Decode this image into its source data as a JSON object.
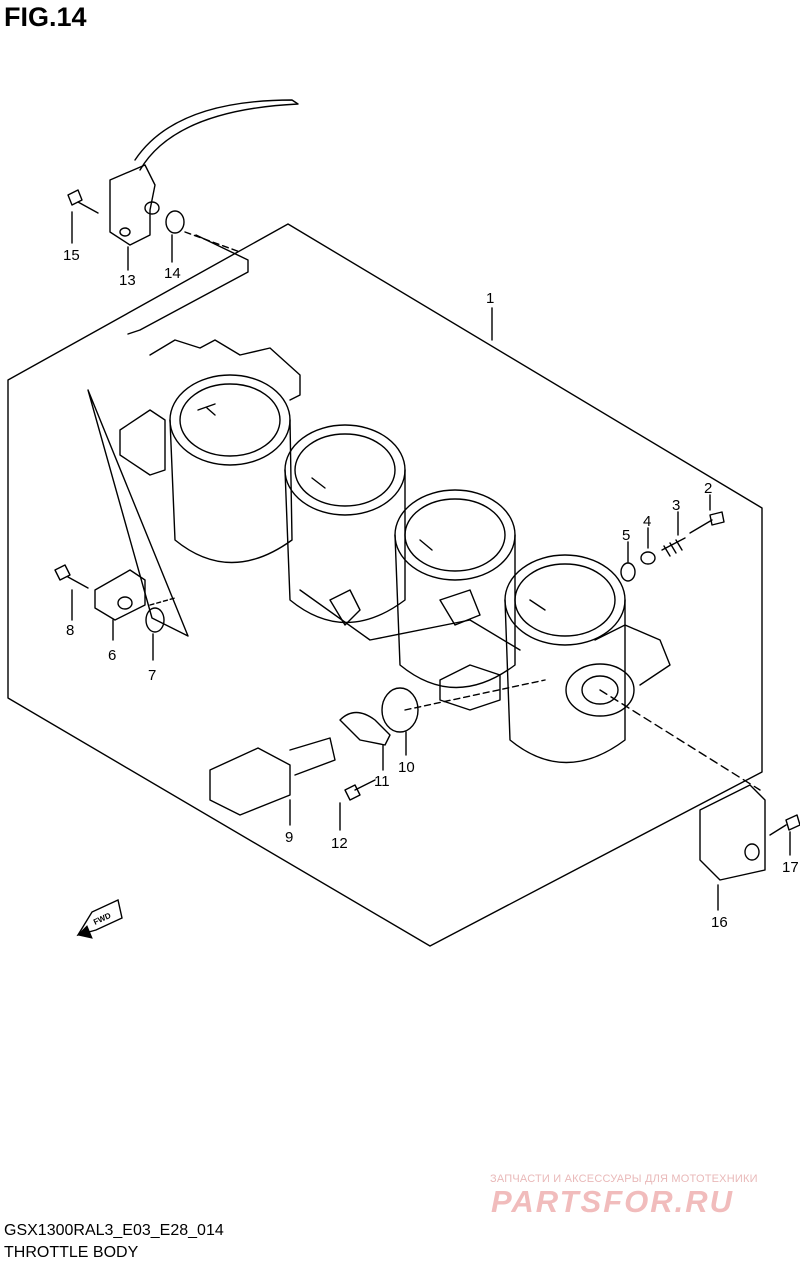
{
  "figure": {
    "title": "FIG.14"
  },
  "callouts": [
    "1",
    "2",
    "3",
    "4",
    "5",
    "6",
    "7",
    "8",
    "9",
    "10",
    "11",
    "12",
    "13",
    "14",
    "15",
    "16",
    "17"
  ],
  "fwd_label": "FWD",
  "footer": {
    "model_code": "GSX1300RAL3_E03_E28_014",
    "section_name": "THROTTLE BODY"
  },
  "watermark": {
    "tagline": "ЗАПЧАСТИ И АКСЕССУАРЫ ДЛЯ МОТОТЕХНИКИ",
    "brand": "PARTSFOR.RU",
    "color": "#f1bcbc"
  }
}
